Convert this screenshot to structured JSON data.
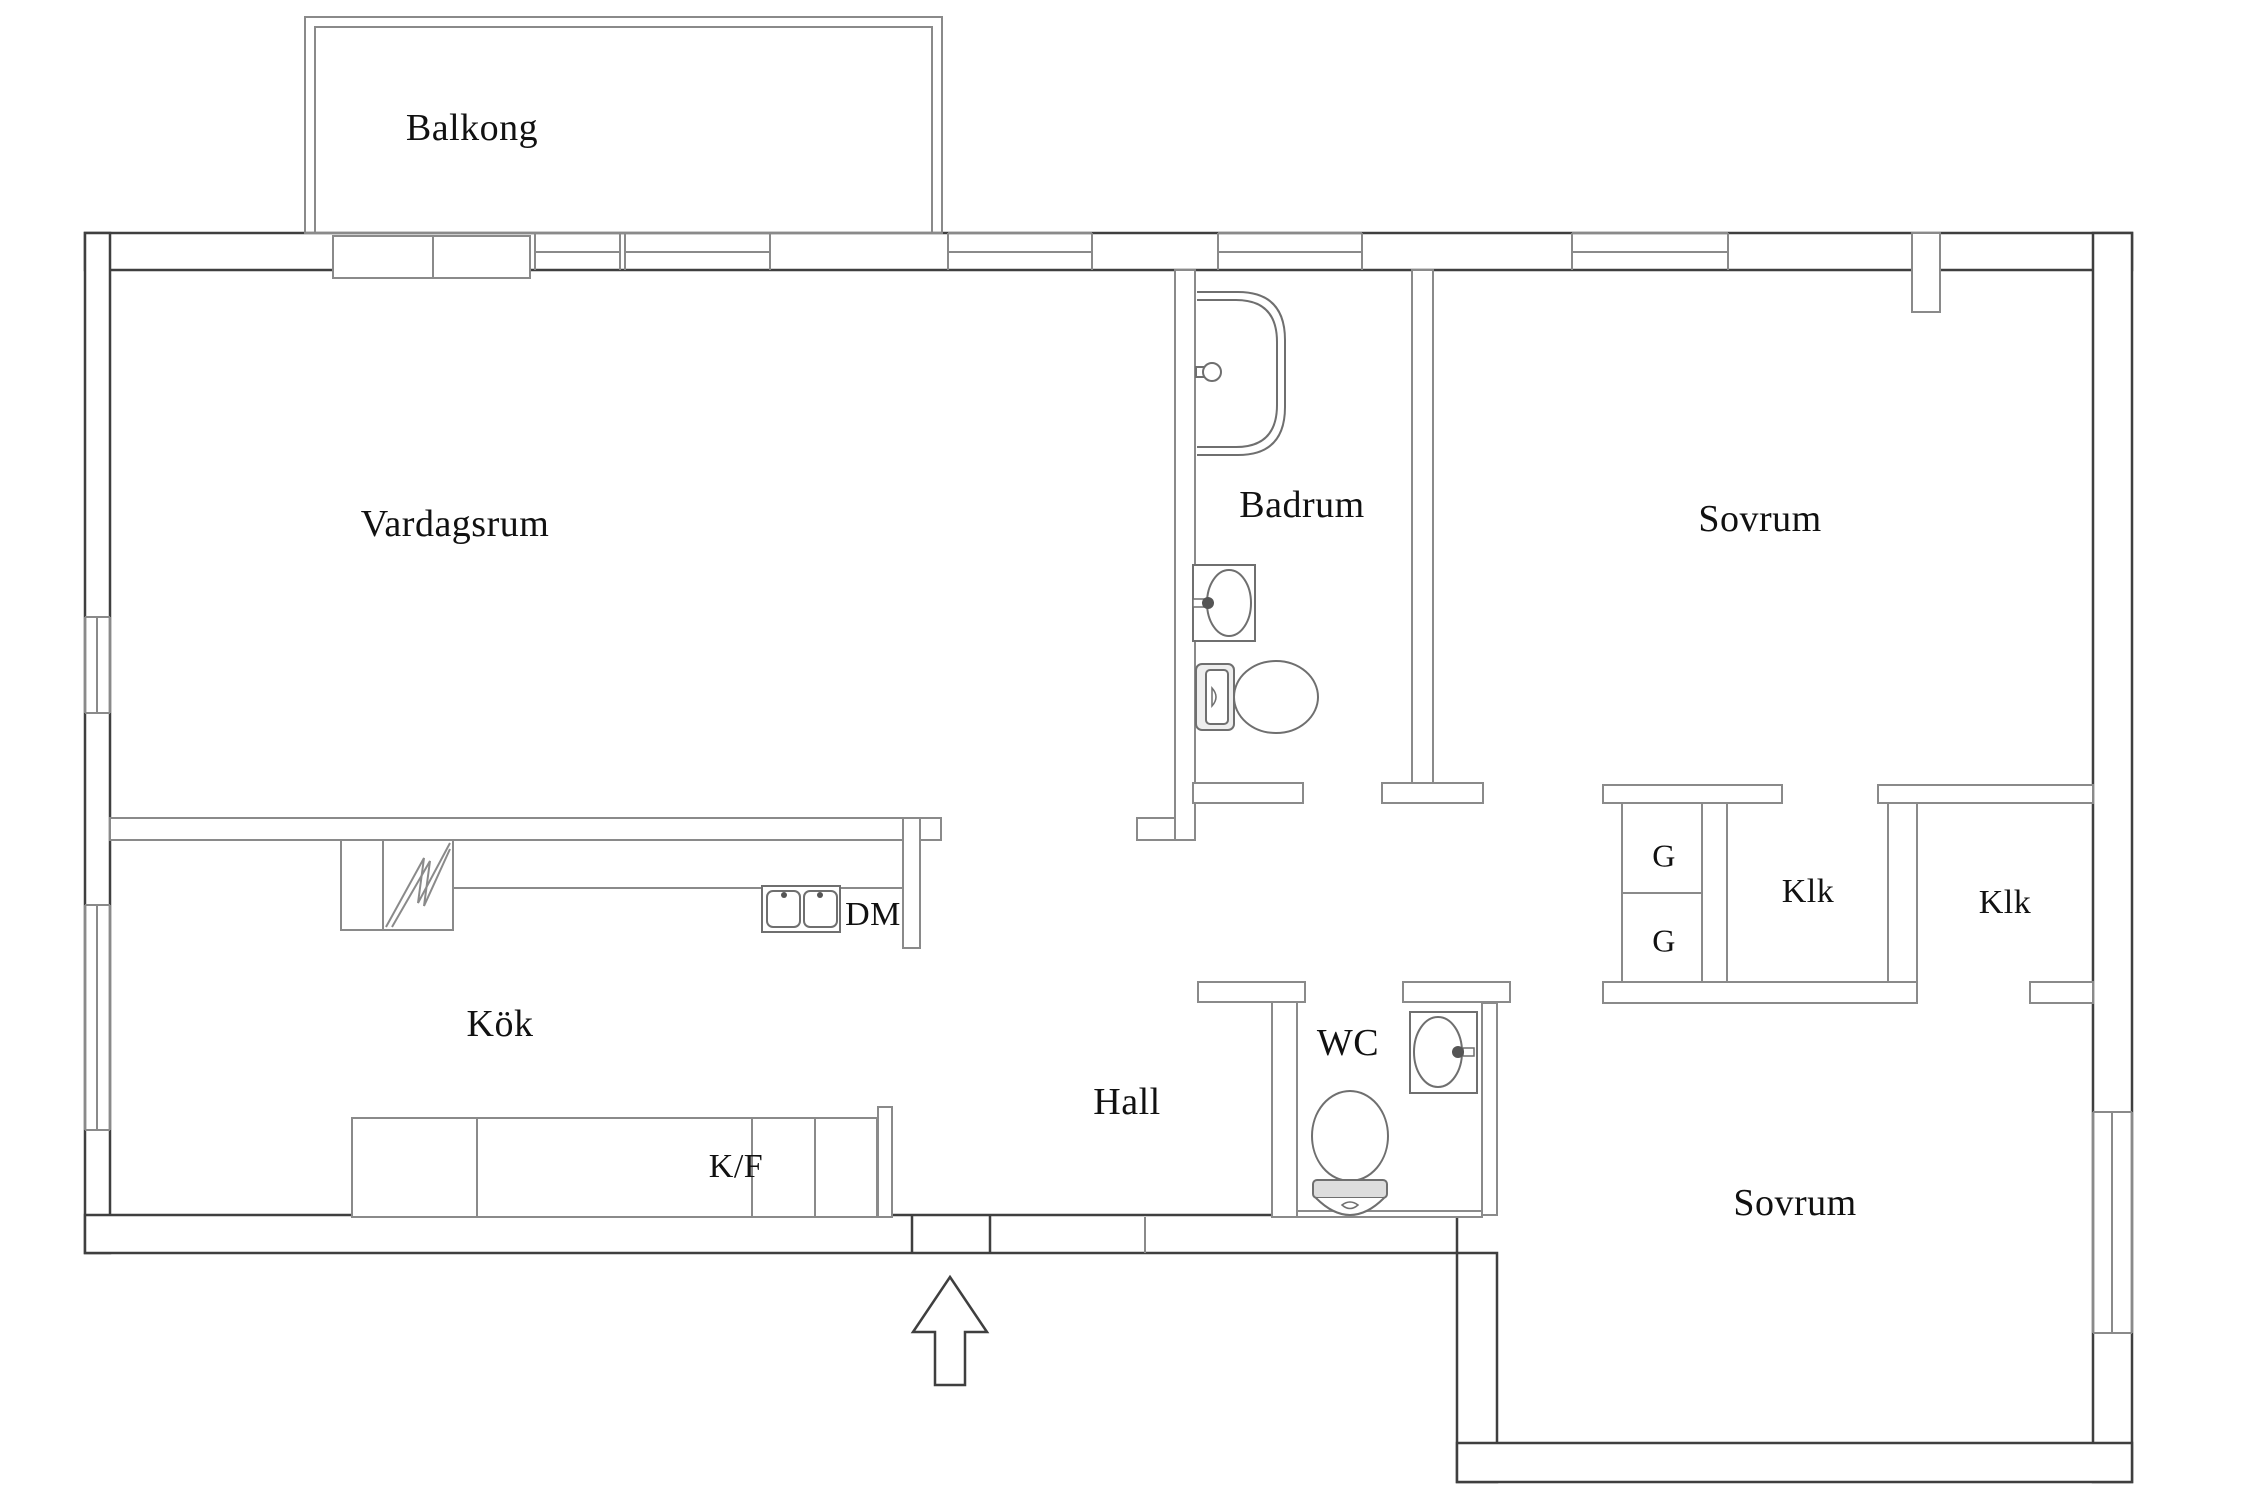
{
  "labels": {
    "balkong": "Balkong",
    "vardagsrum": "Vardagsrum",
    "badrum": "Badrum",
    "sovrum_top": "Sovrum",
    "kok": "Kök",
    "dm": "DM",
    "kf": "K/F",
    "hall": "Hall",
    "wc": "WC",
    "g_upper": "G",
    "g_lower": "G",
    "klk_left": "Klk",
    "klk_right": "Klk",
    "sovrum_bottom": "Sovrum"
  },
  "rooms": [
    {
      "id": "balkong",
      "label": "Balkong"
    },
    {
      "id": "vardagsrum",
      "label": "Vardagsrum"
    },
    {
      "id": "badrum",
      "label": "Badrum"
    },
    {
      "id": "sovrum_top",
      "label": "Sovrum"
    },
    {
      "id": "kok",
      "label": "Kök"
    },
    {
      "id": "hall",
      "label": "Hall"
    },
    {
      "id": "wc",
      "label": "WC"
    },
    {
      "id": "klk_left",
      "label": "Klk"
    },
    {
      "id": "klk_right",
      "label": "Klk"
    },
    {
      "id": "sovrum_bottom",
      "label": "Sovrum"
    }
  ],
  "fixtures": [
    "bathtub",
    "bathroom-sink",
    "bathroom-toilet",
    "wc-toilet",
    "wc-sink",
    "stove",
    "kitchen-sink",
    "dishwasher",
    "fridge-freezer",
    "wardrobe",
    "entrance-arrow"
  ],
  "colors": {
    "background": "#ffffff",
    "outer_wall_line": "#3f3f3f",
    "inner_wall_line": "#8a8a8a",
    "fixture_line": "#6f6f6f",
    "fixture_shade": "#d9d9d9",
    "text": "#111111"
  }
}
